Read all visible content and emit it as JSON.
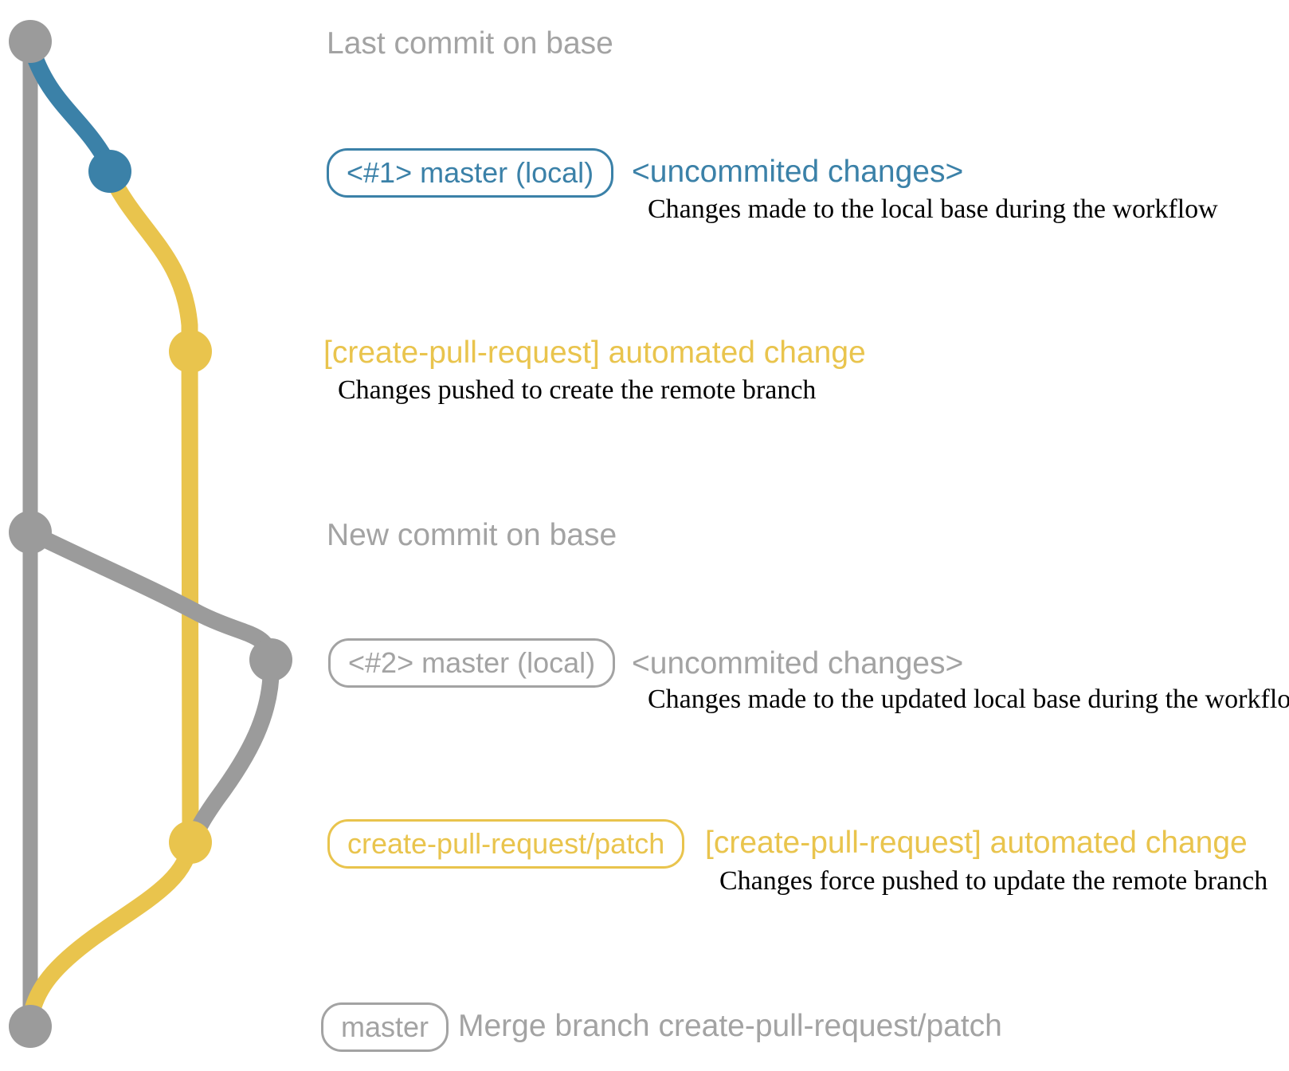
{
  "colors": {
    "blue": "#3b81a8",
    "yellow": "#e9c44d",
    "yellow_text": "#e9c44d",
    "graph_gray": "#9b9b9b",
    "gray_text": "#a3a3a3"
  },
  "graph": {
    "base_branch_color": "#9b9b9b",
    "local_branch_color": "#3b81a8",
    "remote_branch_color": "#e9c44d",
    "commit_count": 7
  },
  "labels": {
    "row1": {
      "note": "Last commit on base"
    },
    "row2": {
      "ref": "<#1> master (local)",
      "message": "<uncommited changes>",
      "description": "Changes made to the local base during the workflow"
    },
    "row3": {
      "message": "[create-pull-request] automated change",
      "description": "Changes pushed to create the remote branch"
    },
    "row4": {
      "note": "New commit on base"
    },
    "row5": {
      "ref": "<#2> master (local)",
      "message": "<uncommited changes>",
      "description": "Changes made to the updated local base during the workflow"
    },
    "row6": {
      "ref": "create-pull-request/patch",
      "message": "[create-pull-request] automated change",
      "description": "Changes force pushed to update the remote branch"
    },
    "row7": {
      "ref": "master",
      "message": "Merge branch create-pull-request/patch"
    }
  }
}
